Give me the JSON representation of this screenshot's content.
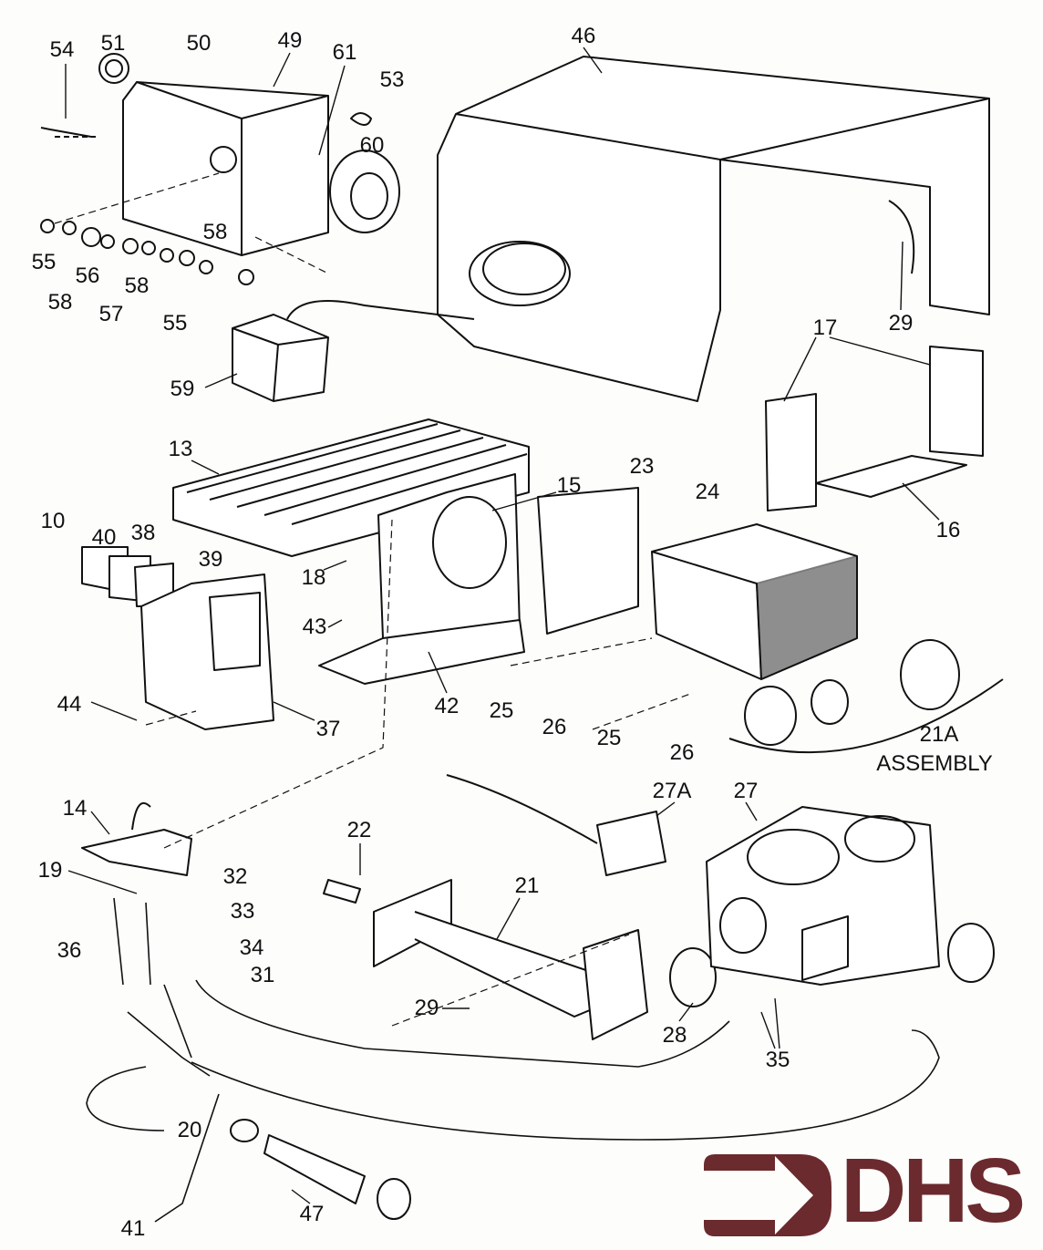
{
  "labels": [
    "54",
    "51",
    "50",
    "49",
    "61",
    "53",
    "46",
    "60",
    "55",
    "58",
    "56",
    "57",
    "58",
    "58",
    "55",
    "29",
    "59",
    "17",
    "13",
    "15",
    "23",
    "24",
    "16",
    "10",
    "40",
    "38",
    "39",
    "18",
    "43",
    "42",
    "25",
    "26",
    "25",
    "26",
    "21A",
    "ASSEMBLY",
    "44",
    "37",
    "14",
    "27A",
    "27",
    "22",
    "19",
    "32",
    "33",
    "34",
    "36",
    "21",
    "31",
    "28",
    "29",
    "35",
    "20",
    "47",
    "41"
  ],
  "logo": {
    "text": "DHS",
    "color": "#6b2a2e"
  },
  "ink_color": "#111111"
}
